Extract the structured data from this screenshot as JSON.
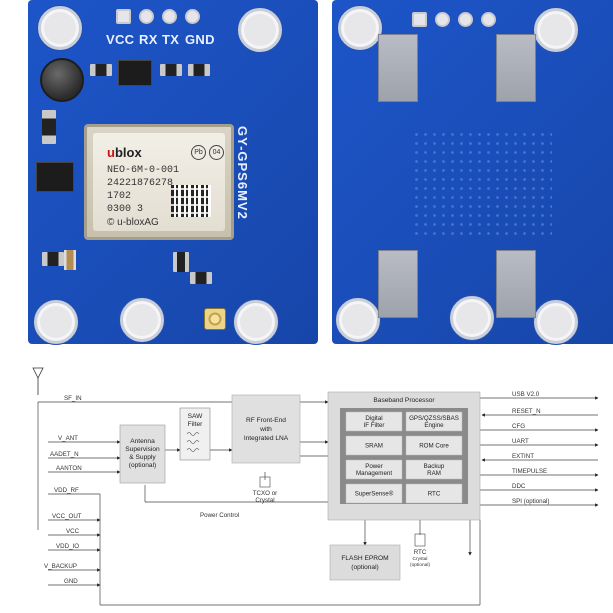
{
  "front_board": {
    "pin_labels": [
      "VCC",
      "RX",
      "TX",
      "GND"
    ],
    "board_name": "GY-GPS6MV2",
    "module": {
      "brand_prefix": "u",
      "brand": "blox",
      "model": "NEO-6M-0-001",
      "serial": "24221876278",
      "code1": "1702",
      "code2": "0300  3",
      "maker": "© u-bloxAG",
      "badge1": "Pb",
      "badge2": "04"
    }
  },
  "diagram": {
    "left_signals": [
      "SF_IN",
      "V_ANT",
      "AADET_N",
      "AANTON",
      "VDD_RF",
      "VCC_OUT",
      "VCC",
      "VDD_IO",
      "V_BACKUP",
      "GND"
    ],
    "right_signals": [
      "USB V2.0",
      "RESET_N",
      "CFG",
      "UART",
      "EXTINT",
      "TIMEPULSE",
      "DDC",
      "SPI (optional)"
    ],
    "antenna_block": [
      "Antenna",
      "Supervision",
      "& Supply",
      "(optional)"
    ],
    "saw_filter": [
      "SAW",
      "Filter"
    ],
    "rf_block": [
      "RF Front-End",
      "with",
      "Integrated LNA"
    ],
    "tcxo": [
      "TCXO or",
      "Crystal"
    ],
    "power_control": "Power Control",
    "baseband_title": "Baseband Processor",
    "baseband_cells": [
      [
        "Digital",
        "IF Filter"
      ],
      [
        "GPS/QZSS/SBAS",
        "Engine"
      ],
      [
        "SRAM"
      ],
      [
        "ROM Core"
      ],
      [
        "Power",
        "Management"
      ],
      [
        "Backup",
        "RAM"
      ],
      [
        "SuperSense®"
      ],
      [
        "RTC"
      ]
    ],
    "flash_block": [
      "FLASH EPROM",
      "(optional)"
    ],
    "rtc_crystal": [
      "RTC",
      "Crystal",
      "(optional)"
    ]
  }
}
